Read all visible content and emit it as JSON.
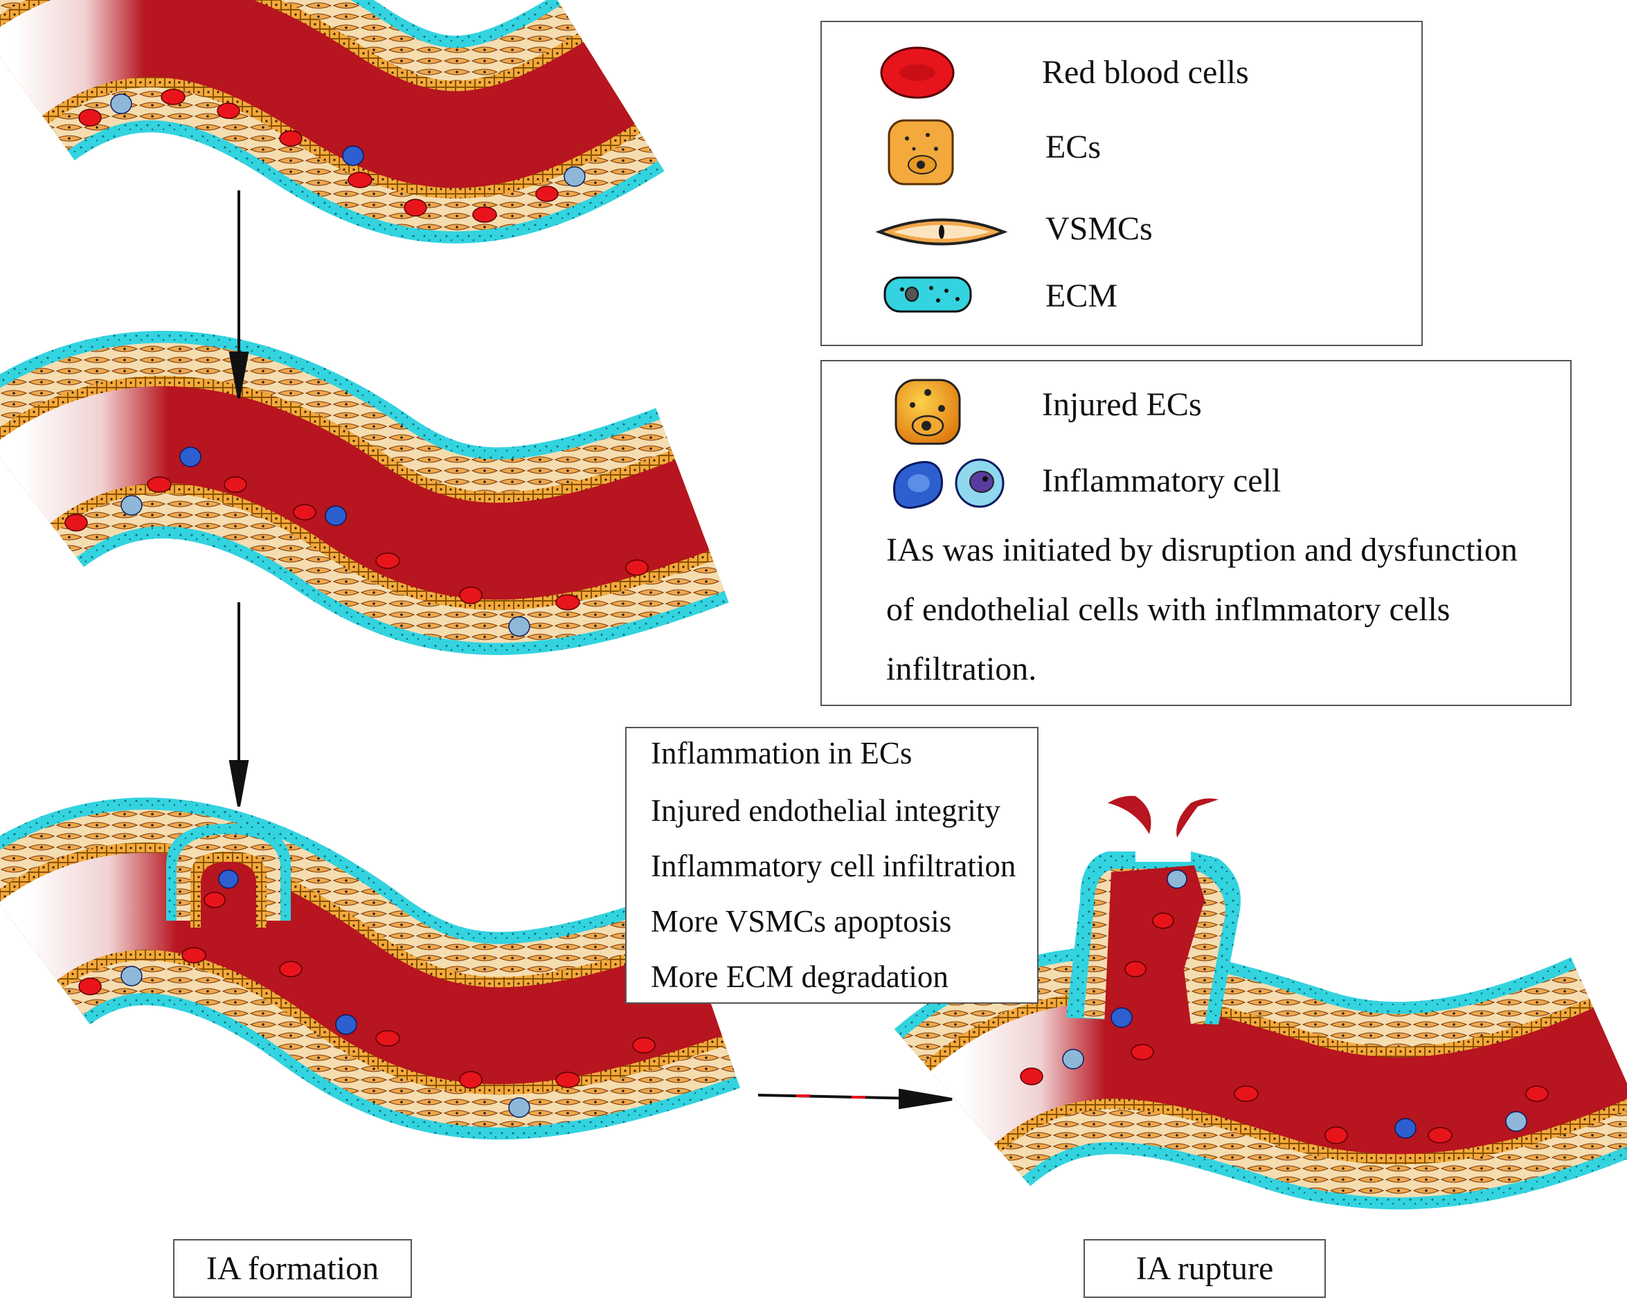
{
  "legend": {
    "items": [
      {
        "icon": "red-blood-cell-icon",
        "label": "Red blood cells"
      },
      {
        "icon": "ec-icon",
        "label": "ECs"
      },
      {
        "icon": "vsmc-icon",
        "label": "VSMCs"
      },
      {
        "icon": "ecm-icon",
        "label": "ECM"
      }
    ]
  },
  "legend2": {
    "items": [
      {
        "icon": "injured-ec-icon",
        "label": "Injured ECs"
      },
      {
        "icon": "inflammatory-cell-icon",
        "label": "Inflammatory cell"
      }
    ],
    "note_lines": [
      "IAs was initiated by disruption and dysfunction",
      "of endothelial cells with inflmmatory cells",
      "infiltration."
    ]
  },
  "steps": [
    "Inflammation in ECs",
    "Injured endothelial integrity",
    "Inflammatory cell infiltration",
    "More VSMCs apoptosis",
    "More ECM degradation"
  ],
  "captions": {
    "formation": "IA formation",
    "rupture": "IA rupture"
  },
  "colors": {
    "blood": "#b7151f",
    "rbc": "#e8141c",
    "ec": "#f3a93c",
    "vsmc_layer": "#f5ddb0",
    "ecm": "#33d3e0",
    "inflammatory": "#2d5fd0",
    "frame": "#555555"
  }
}
